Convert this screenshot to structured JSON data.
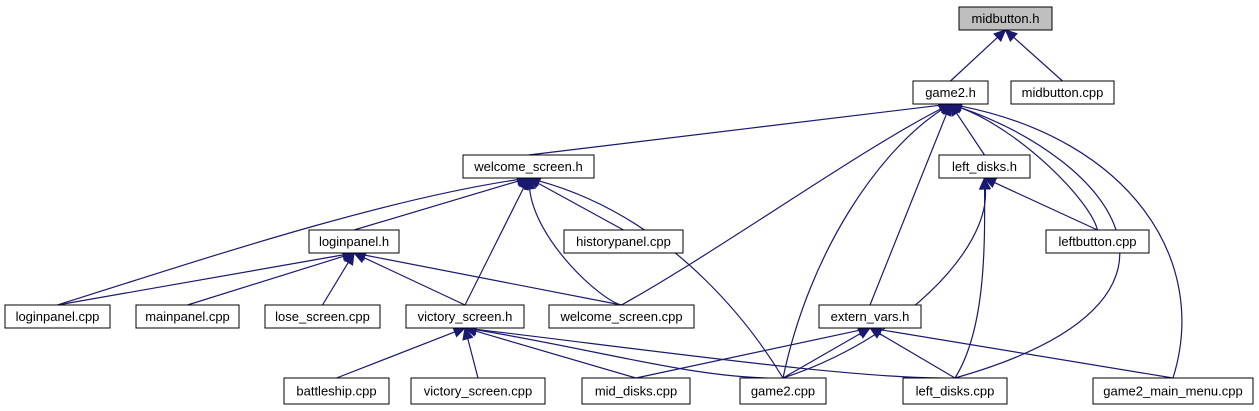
{
  "graph": {
    "nodes": [
      {
        "id": "midbutton_h",
        "label": "midbutton.h",
        "focus": true
      },
      {
        "id": "game2_h",
        "label": "game2.h"
      },
      {
        "id": "midbutton_cpp",
        "label": "midbutton.cpp"
      },
      {
        "id": "welcome_screen_h",
        "label": "welcome_screen.h"
      },
      {
        "id": "left_disks_h",
        "label": "left_disks.h"
      },
      {
        "id": "loginpanel_h",
        "label": "loginpanel.h"
      },
      {
        "id": "historypanel_cpp",
        "label": "historypanel.cpp"
      },
      {
        "id": "leftbutton_cpp",
        "label": "leftbutton.cpp"
      },
      {
        "id": "loginpanel_cpp",
        "label": "loginpanel.cpp"
      },
      {
        "id": "mainpanel_cpp",
        "label": "mainpanel.cpp"
      },
      {
        "id": "lose_screen_cpp",
        "label": "lose_screen.cpp"
      },
      {
        "id": "victory_screen_h",
        "label": "victory_screen.h"
      },
      {
        "id": "welcome_screen_cpp",
        "label": "welcome_screen.cpp"
      },
      {
        "id": "extern_vars_h",
        "label": "extern_vars.h"
      },
      {
        "id": "battleship_cpp",
        "label": "battleship.cpp"
      },
      {
        "id": "victory_screen_cpp",
        "label": "victory_screen.cpp"
      },
      {
        "id": "mid_disks_cpp",
        "label": "mid_disks.cpp"
      },
      {
        "id": "game2_cpp",
        "label": "game2.cpp"
      },
      {
        "id": "left_disks_cpp",
        "label": "left_disks.cpp"
      },
      {
        "id": "game2_main_menu_cpp",
        "label": "game2_main_menu.cpp"
      }
    ],
    "edges": [
      {
        "from": "game2_h",
        "to": "midbutton_h"
      },
      {
        "from": "midbutton_cpp",
        "to": "midbutton_h"
      },
      {
        "from": "welcome_screen_h",
        "to": "game2_h"
      },
      {
        "from": "welcome_screen_cpp",
        "to": "game2_h"
      },
      {
        "from": "game2_cpp",
        "to": "game2_h"
      },
      {
        "from": "extern_vars_h",
        "to": "game2_h"
      },
      {
        "from": "left_disks_h",
        "to": "game2_h"
      },
      {
        "from": "leftbutton_cpp",
        "to": "game2_h"
      },
      {
        "from": "left_disks_cpp",
        "to": "game2_h"
      },
      {
        "from": "game2_main_menu_cpp",
        "to": "game2_h"
      },
      {
        "from": "loginpanel_cpp",
        "to": "welcome_screen_h"
      },
      {
        "from": "loginpanel_h",
        "to": "welcome_screen_h"
      },
      {
        "from": "victory_screen_h",
        "to": "welcome_screen_h"
      },
      {
        "from": "welcome_screen_cpp",
        "to": "welcome_screen_h"
      },
      {
        "from": "historypanel_cpp",
        "to": "welcome_screen_h"
      },
      {
        "from": "game2_cpp",
        "to": "welcome_screen_h"
      },
      {
        "from": "leftbutton_cpp",
        "to": "left_disks_h"
      },
      {
        "from": "game2_cpp",
        "to": "left_disks_h"
      },
      {
        "from": "left_disks_cpp",
        "to": "left_disks_h"
      },
      {
        "from": "loginpanel_cpp",
        "to": "loginpanel_h"
      },
      {
        "from": "mainpanel_cpp",
        "to": "loginpanel_h"
      },
      {
        "from": "lose_screen_cpp",
        "to": "loginpanel_h"
      },
      {
        "from": "victory_screen_h",
        "to": "loginpanel_h"
      },
      {
        "from": "welcome_screen_cpp",
        "to": "loginpanel_h"
      },
      {
        "from": "battleship_cpp",
        "to": "victory_screen_h"
      },
      {
        "from": "victory_screen_cpp",
        "to": "victory_screen_h"
      },
      {
        "from": "mid_disks_cpp",
        "to": "victory_screen_h"
      },
      {
        "from": "game2_cpp",
        "to": "victory_screen_h"
      },
      {
        "from": "left_disks_cpp",
        "to": "victory_screen_h"
      },
      {
        "from": "mid_disks_cpp",
        "to": "extern_vars_h"
      },
      {
        "from": "game2_cpp",
        "to": "extern_vars_h"
      },
      {
        "from": "left_disks_cpp",
        "to": "extern_vars_h"
      },
      {
        "from": "game2_main_menu_cpp",
        "to": "extern_vars_h"
      }
    ]
  }
}
